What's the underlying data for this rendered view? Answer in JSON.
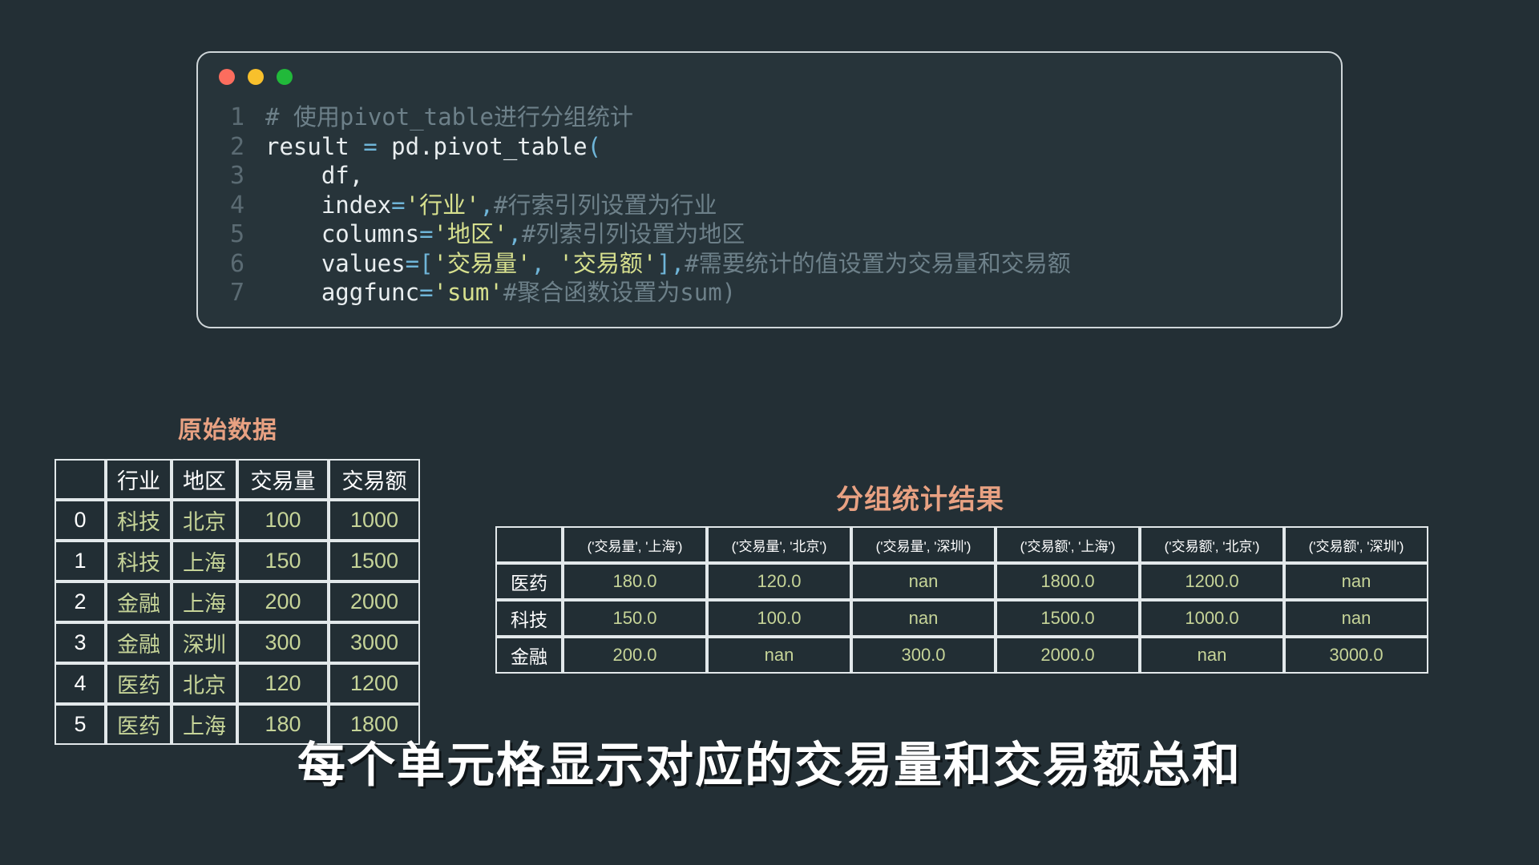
{
  "window": {
    "dots": [
      "close-red",
      "minimize-yellow",
      "maximize-green"
    ],
    "bg_color": "#27343a",
    "border_color": "#cfd6d9"
  },
  "page": {
    "background_color": "#232f35",
    "accent_color": "#e8a182",
    "value_color": "#c6d498"
  },
  "code": {
    "lines": [
      {
        "number": "1",
        "segments": [
          {
            "type": "comment",
            "text": "# 使用pivot_table进行分组统计"
          }
        ]
      },
      {
        "number": "2",
        "segments": [
          {
            "type": "plain",
            "text": "result "
          },
          {
            "type": "op",
            "text": "="
          },
          {
            "type": "plain",
            "text": " pd.pivot_table"
          },
          {
            "type": "punct",
            "text": "("
          }
        ]
      },
      {
        "number": "3",
        "segments": [
          {
            "type": "plain",
            "text": "    df,"
          }
        ]
      },
      {
        "number": "4",
        "segments": [
          {
            "type": "plain",
            "text": "    index"
          },
          {
            "type": "op",
            "text": "="
          },
          {
            "type": "str",
            "text": "'行业'"
          },
          {
            "type": "punct",
            "text": ","
          },
          {
            "type": "comment",
            "text": "#行索引列设置为行业"
          }
        ]
      },
      {
        "number": "5",
        "segments": [
          {
            "type": "plain",
            "text": "    columns"
          },
          {
            "type": "op",
            "text": "="
          },
          {
            "type": "str",
            "text": "'地区'"
          },
          {
            "type": "punct",
            "text": ","
          },
          {
            "type": "comment",
            "text": "#列索引列设置为地区"
          }
        ]
      },
      {
        "number": "6",
        "segments": [
          {
            "type": "plain",
            "text": "    values"
          },
          {
            "type": "op",
            "text": "="
          },
          {
            "type": "punct",
            "text": "["
          },
          {
            "type": "str",
            "text": "'交易量'"
          },
          {
            "type": "punct",
            "text": ", "
          },
          {
            "type": "str",
            "text": "'交易额'"
          },
          {
            "type": "punct",
            "text": "],"
          },
          {
            "type": "comment",
            "text": "#需要统计的值设置为交易量和交易额"
          }
        ]
      },
      {
        "number": "7",
        "segments": [
          {
            "type": "plain",
            "text": "    aggfunc"
          },
          {
            "type": "op",
            "text": "="
          },
          {
            "type": "str",
            "text": "'sum'"
          },
          {
            "type": "comment",
            "text": "#聚合函数设置为sum)"
          }
        ]
      }
    ]
  },
  "source_table": {
    "title": "原始数据",
    "headers": [
      "",
      "行业",
      "地区",
      "交易量",
      "交易额"
    ],
    "rows": [
      [
        "0",
        "科技",
        "北京",
        "100",
        "1000"
      ],
      [
        "1",
        "科技",
        "上海",
        "150",
        "1500"
      ],
      [
        "2",
        "金融",
        "上海",
        "200",
        "2000"
      ],
      [
        "3",
        "金融",
        "深圳",
        "300",
        "3000"
      ],
      [
        "4",
        "医药",
        "北京",
        "120",
        "1200"
      ],
      [
        "5",
        "医药",
        "上海",
        "180",
        "1800"
      ]
    ]
  },
  "result_table": {
    "title": "分组统计结果",
    "headers": [
      "",
      "('交易量', '上海')",
      "('交易量', '北京')",
      "('交易量', '深圳')",
      "('交易额', '上海')",
      "('交易额', '北京')",
      "('交易额', '深圳')"
    ],
    "rows": [
      [
        "医药",
        "180.0",
        "120.0",
        "nan",
        "1800.0",
        "1200.0",
        "nan"
      ],
      [
        "科技",
        "150.0",
        "100.0",
        "nan",
        "1500.0",
        "1000.0",
        "nan"
      ],
      [
        "金融",
        "200.0",
        "nan",
        "300.0",
        "2000.0",
        "nan",
        "3000.0"
      ]
    ]
  },
  "caption": "每个单元格显示对应的交易量和交易额总和"
}
